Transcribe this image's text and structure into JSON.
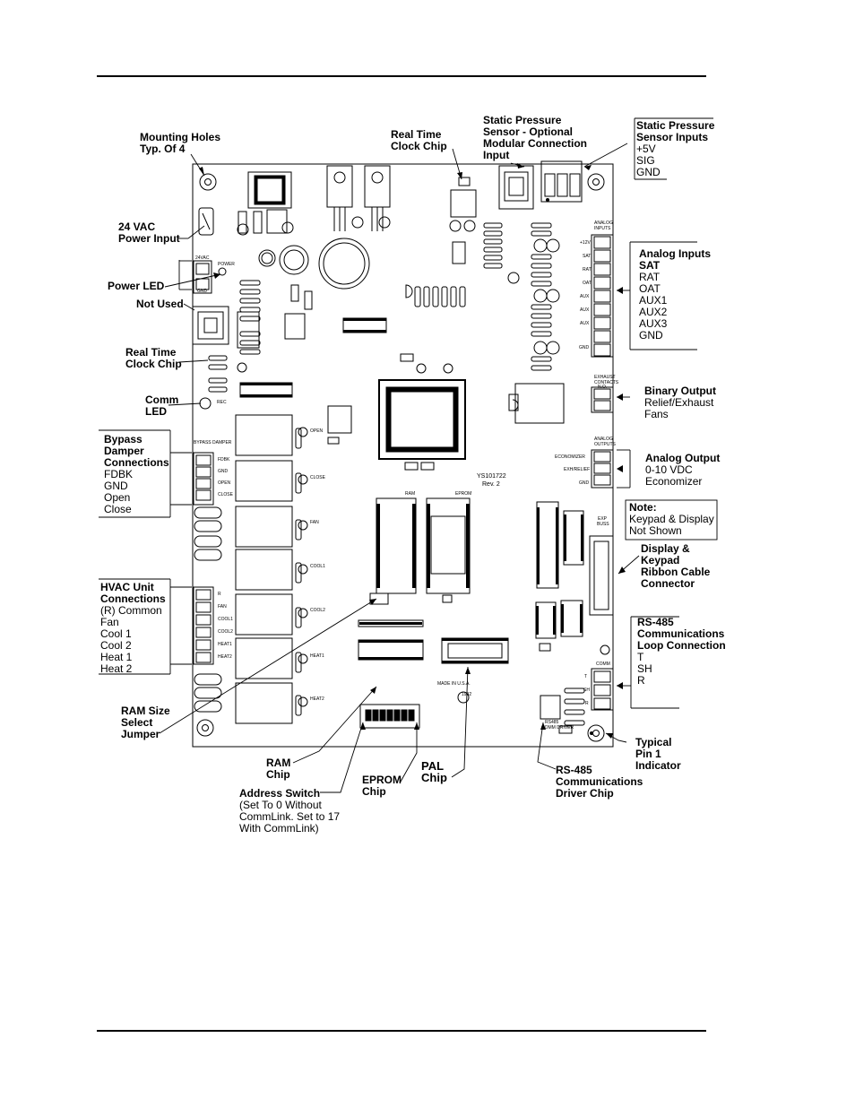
{
  "labels": {
    "mounting_holes": [
      "Mounting Holes",
      "Typ. Of 4"
    ],
    "vac_input": [
      "24 VAC",
      "Power Input"
    ],
    "power_led": "Power LED",
    "not_used": "Not Used",
    "rtc_left": [
      "Real Time",
      "Clock Chip"
    ],
    "comm_led": [
      "Comm",
      "LED"
    ],
    "bypass": {
      "title": [
        "Bypass",
        "Damper",
        "Connections"
      ],
      "items": [
        "FDBK",
        "GND",
        "Open",
        "Close"
      ]
    },
    "hvac": {
      "title": [
        "HVAC Unit",
        "Connections"
      ],
      "items": [
        "(R) Common",
        "Fan",
        "Cool 1",
        "Cool 2",
        "Heat 1",
        "Heat 2"
      ]
    },
    "ram_jumper": [
      "RAM Size",
      "Select",
      "Jumper"
    ],
    "ram_chip": [
      "RAM",
      "Chip"
    ],
    "address_switch": {
      "title": "Address Switch",
      "note": [
        "(Set To 0 Without",
        "CommLink. Set to 17",
        "With CommLink)"
      ]
    },
    "eprom_chip": [
      "EPROM",
      "Chip"
    ],
    "pal_chip": [
      "PAL",
      "Chip"
    ],
    "rs485_driver": [
      "RS-485",
      "Communications",
      "Driver Chip"
    ],
    "pin1": [
      "Typical",
      "Pin 1",
      "Indicator"
    ],
    "rtc_top": [
      "Real Time",
      "Clock Chip"
    ],
    "static_sensor": [
      "Static Pressure",
      "Sensor - Optional",
      "Modular Connection",
      "Input"
    ],
    "static_inputs": {
      "title": [
        "Static Pressure",
        "Sensor Inputs"
      ],
      "items": [
        "+5V",
        "SIG",
        "GND"
      ]
    },
    "analog_inputs": {
      "title": [
        "Analog Inputs",
        "SAT"
      ],
      "items": [
        "RAT",
        "OAT",
        "AUX1",
        "AUX2",
        "AUX3",
        "GND"
      ]
    },
    "binary_output": {
      "title": "Binary Output",
      "items": [
        "Relief/Exhaust",
        "Fans"
      ]
    },
    "analog_output": {
      "title": "Analog Output",
      "items": [
        "0-10 VDC",
        "Economizer"
      ]
    },
    "note": {
      "title": "Note:",
      "items": [
        "Keypad & Display",
        "Not Shown"
      ]
    },
    "ribbon": [
      "Display &",
      "Keypad",
      "Ribbon Cable",
      "Connector"
    ],
    "rs485_loop": {
      "title": [
        "RS-485",
        "Communications",
        "Loop Connection"
      ],
      "items": [
        "T",
        "SH",
        "R"
      ]
    }
  },
  "board_text": {
    "part_no": "YS101722",
    "rev": "Rev. 2",
    "made_in": "MADE IN U.S.A.",
    "year": "1992",
    "vac": "24VAC",
    "gnd": "GND",
    "power": "POWER",
    "ram": "RAM",
    "eprom": "EPROM",
    "exp_buss": [
      "EXP",
      "BUSS"
    ],
    "analog_inputs": [
      "ANALOG",
      "INPUTS"
    ],
    "analog_outputs": [
      "ANALOG",
      "OUTPUTS"
    ],
    "ai_terms": [
      "+12V",
      "SAT",
      "RAT",
      "OAT",
      "AUX",
      "AUX",
      "AUX",
      "GND"
    ],
    "ao_terms": [
      "ECONOMIZER",
      "EXH/RELIEF",
      "GND"
    ],
    "comm_terms": [
      "COMM",
      "T",
      "SH",
      "R"
    ],
    "bypass_damper": "BYPASS DAMPER",
    "bypass_terms": [
      "FDBK",
      "GND",
      "OPEN",
      "CLOSE"
    ],
    "hvac_terms": [
      "R",
      "FAN",
      "COOL1",
      "COOL2",
      "HEAT1",
      "HEAT2"
    ],
    "relay_labels": [
      "OPEN",
      "CLOSE",
      "FAN",
      "COOL1",
      "COOL2",
      "HEAT1",
      "HEAT2"
    ],
    "rec": "REC",
    "exhaust": [
      "EXHAUST",
      "CONTACTS",
      "N.O."
    ],
    "rs485_chip": [
      "RS485",
      "COMM DRIVER"
    ]
  }
}
